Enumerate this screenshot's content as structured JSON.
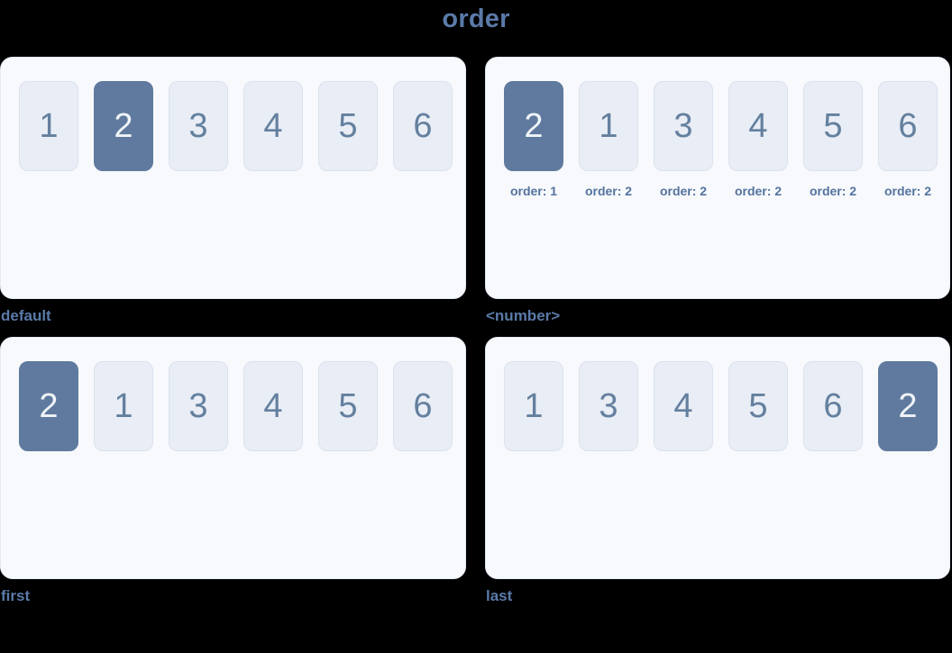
{
  "page": {
    "title": "order",
    "background_color": "#000000",
    "accent_text_color": "#5a7aa8",
    "panel_background_color": "#f7f9fc",
    "item_background_color": "#e9edf5",
    "item_active_color": "#5f7a9e",
    "item_number_color": "#64809f"
  },
  "panels": [
    {
      "label": "default",
      "items": [
        {
          "value": "1",
          "active": false
        },
        {
          "value": "2",
          "active": true
        },
        {
          "value": "3",
          "active": false
        },
        {
          "value": "4",
          "active": false
        },
        {
          "value": "5",
          "active": false
        },
        {
          "value": "6",
          "active": false
        }
      ]
    },
    {
      "label": "<number>",
      "items": [
        {
          "value": "2",
          "active": true,
          "order_label": "order: 1"
        },
        {
          "value": "1",
          "active": false,
          "order_label": "order: 2"
        },
        {
          "value": "3",
          "active": false,
          "order_label": "order: 2"
        },
        {
          "value": "4",
          "active": false,
          "order_label": "order: 2"
        },
        {
          "value": "5",
          "active": false,
          "order_label": "order: 2"
        },
        {
          "value": "6",
          "active": false,
          "order_label": "order: 2"
        }
      ]
    },
    {
      "label": "first",
      "items": [
        {
          "value": "2",
          "active": true
        },
        {
          "value": "1",
          "active": false
        },
        {
          "value": "3",
          "active": false
        },
        {
          "value": "4",
          "active": false
        },
        {
          "value": "5",
          "active": false
        },
        {
          "value": "6",
          "active": false
        }
      ]
    },
    {
      "label": "last",
      "items": [
        {
          "value": "1",
          "active": false
        },
        {
          "value": "3",
          "active": false
        },
        {
          "value": "4",
          "active": false
        },
        {
          "value": "5",
          "active": false
        },
        {
          "value": "6",
          "active": false
        },
        {
          "value": "2",
          "active": true
        }
      ]
    }
  ]
}
